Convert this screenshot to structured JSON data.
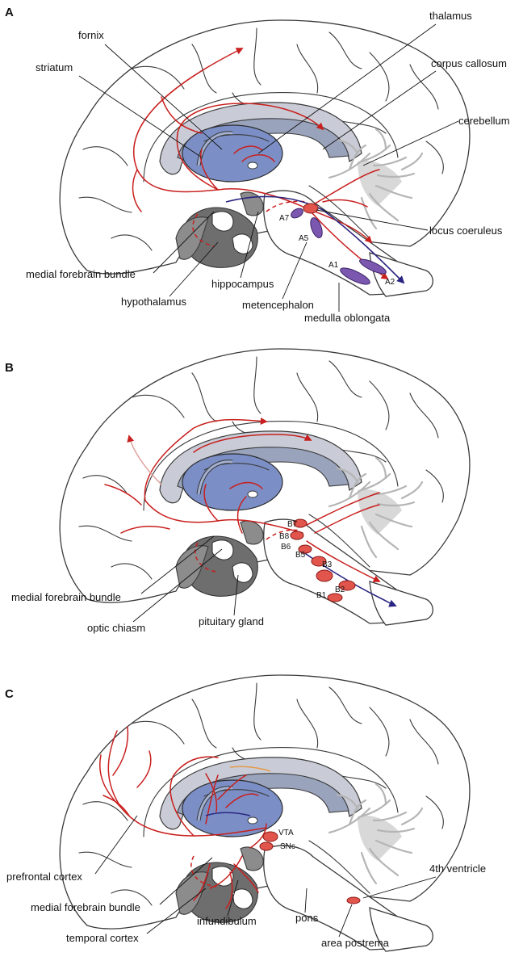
{
  "panels": [
    {
      "letter": "A",
      "labels": {
        "thalamus": "thalamus",
        "fornix": "fornix",
        "striatum": "striatum",
        "corpus_callosum": "corpus callosum",
        "cerebellum": "cerebellum",
        "locus_coeruleus": "locus coeruleus",
        "medial_forebrain_bundle": "medial forebrain bundle",
        "hippocampus": "hippocampus",
        "hypothalamus": "hypothalamus",
        "metencephalon": "metencephalon",
        "medulla_oblongata": "medulla oblongata"
      },
      "nuclei": {
        "a7": "A7",
        "a5": "A5",
        "a1": "A1",
        "a2": "A2"
      }
    },
    {
      "letter": "B",
      "labels": {
        "medial_forebrain_bundle": "medial forebrain bundle",
        "optic_chiasm": "optic chiasm",
        "pituitary_gland": "pituitary gland"
      },
      "nuclei": {
        "b7": "B7",
        "b8": "B8",
        "b6": "B6",
        "b5": "B5",
        "b3": "B3",
        "b2": "B2",
        "b1": "B1"
      }
    },
    {
      "letter": "C",
      "labels": {
        "prefrontal_cortex": "prefrontal cortex",
        "medial_forebrain_bundle": "medial forebrain bundle",
        "temporal_cortex": "temporal cortex",
        "infundibulum": "infundibulum",
        "pons": "pons",
        "fourth_ventricle": "4th ventricle",
        "area_postrema": "area postrema"
      },
      "nuclei": {
        "vta": "VTA",
        "snc": "SNc"
      }
    }
  ],
  "colors": {
    "noradrenergic": "#c8201e",
    "nucleus_fill": "#e2554d",
    "a_group_nuclei": "#7b57b0",
    "descending_fibers": "#2a2580",
    "thalamus": "#7b8fc6"
  }
}
